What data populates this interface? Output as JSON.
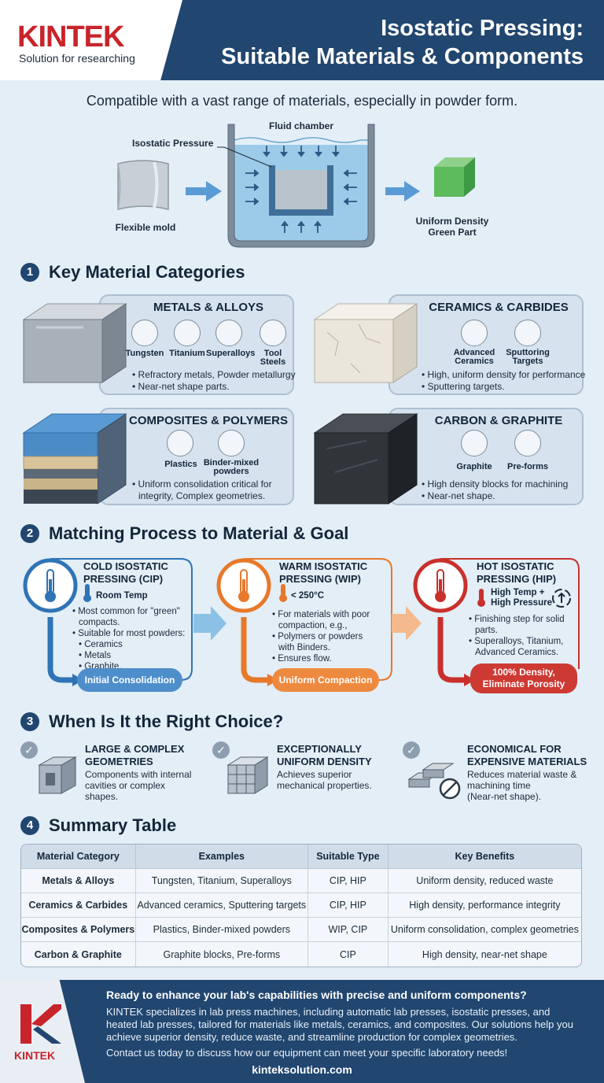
{
  "header": {
    "logo": "KINTEK",
    "logo_tagline": "Solution for researching",
    "title_line1": "Isostatic Pressing:",
    "title_line2": "Suitable Materials & Components"
  },
  "intro": "Compatible with a vast range of materials, especially in powder form.",
  "diagram": {
    "fluid_chamber": "Fluid chamber",
    "isostatic_pressure": "Isostatic Pressure",
    "flexible_mold": "Flexible mold",
    "green_part_line1": "Uniform Density",
    "green_part_line2": "Green Part"
  },
  "section1": {
    "number": "1",
    "title": "Key Material Categories",
    "metals": {
      "title": "METALS & ALLOYS",
      "icons": [
        "Tungsten",
        "Titanium",
        "Superalloys",
        "Tool"
      ],
      "icon4_line2": "Steels",
      "bullets": [
        "• Refractory metals, Powder metallurgy",
        "• Near-net shape parts."
      ]
    },
    "ceramics": {
      "title": "CERAMICS & CARBIDES",
      "icon1_line1": "Advanced",
      "icon1_line2": "Ceramics",
      "icon2_line1": "Sputtoring",
      "icon2_line2": "Targets",
      "bullets": [
        "• High, uniform density for performance",
        "• Sputtering targets."
      ]
    },
    "composites": {
      "title": "COMPOSITES & POLYMERS",
      "icon1": "Plastics",
      "icon2_line1": "Binder-mixed",
      "icon2_line2": "powders",
      "bullets": [
        "• Uniform consolidation critical for",
        "integrity, Complex geometries."
      ]
    },
    "carbon": {
      "title": "CARBON & GRAPHITE",
      "icon1": "Graphite",
      "icon2": "Pre-forms",
      "bullets": [
        "• High density blocks for machining",
        "• Near-net shape."
      ]
    }
  },
  "section2": {
    "number": "2",
    "title": "Matching Process to Material & Goal",
    "cip": {
      "title1": "COLD ISOSTATIC",
      "title2": "PRESSING (CIP)",
      "temp": "Room Temp",
      "lines": [
        "• Most common for \"green\"",
        "compacts.",
        "• Suitable for most powders:",
        "• Ceramics",
        "• Metals",
        "• Graphite."
      ],
      "pill": "Initial Consolidation",
      "color": "#2f74b5"
    },
    "wip": {
      "title1": "WARM ISOSTATIC",
      "title2": "PRESSING (WIP)",
      "temp": "< 250°C",
      "lines": [
        "• For materials with poor",
        "compaction, e.g.,",
        "• Polymers or powders",
        "with Binders.",
        "• Ensures flow."
      ],
      "pill": "Uniform Compaction",
      "color": "#e8782a"
    },
    "hip": {
      "title1": "HOT ISOSTATIC",
      "title2": "PRESSING (HIP)",
      "temp1": "High Temp +",
      "temp2": "High Pressure",
      "lines": [
        "• Finishing step for solid",
        "parts.",
        "• Superalloys, Titanium,",
        "Advanced Ceramics."
      ],
      "pill1": "100% Density,",
      "pill2": "Eliminate Porosity",
      "color": "#c9302c"
    }
  },
  "section3": {
    "number": "3",
    "title": "When Is It the Right Choice?",
    "c1": {
      "t1": "LARGE & COMPLEX",
      "t2": "GEOMETRIES",
      "l1": "Components with internal",
      "l2": "cavities or complex",
      "l3": "shapes."
    },
    "c2": {
      "t1": "EXCEPTIONALLY",
      "t2": "UNIFORM DENSITY",
      "l1": "Achieves superior",
      "l2": "mechanical properties."
    },
    "c3": {
      "t1": "ECONOMICAL FOR",
      "t2": "EXPENSIVE MATERIALS",
      "l1": "Reduces material waste &",
      "l2": "machining time",
      "l3": "(Near-net shape)."
    }
  },
  "section4": {
    "number": "4",
    "title": "Summary Table",
    "headers": [
      "Material Category",
      "Examples",
      "Suitable Type",
      "Key Benefits"
    ],
    "rows": [
      [
        "Metals & Alloys",
        "Tungsten, Titanium, Superalloys",
        "CIP, HIP",
        "Uniform density, reduced waste"
      ],
      [
        "Ceramics & Carbides",
        "Advanced ceramics, Sputtering targets",
        "CIP, HIP",
        "High density, performance integrity"
      ],
      [
        "Composites & Polymers",
        "Plastics, Binder-mixed powders",
        "WIP, CIP",
        "Uniform consolidation, complex geometries"
      ],
      [
        "Carbon & Graphite",
        "Graphite blocks, Pre-forms",
        "CIP",
        "High density, near-net shape"
      ]
    ]
  },
  "footer": {
    "logo": "KINTEK",
    "headline": "Ready to enhance your lab's capabilities with precise and uniform components?",
    "body": "KINTEK specializes in lab press machines, including automatic lab presses, isostatic presses, and heated lab presses, tailored for materials like metals, ceramics, and composites. Our solutions help you achieve superior density, reduce waste, and streamline production for complex geometries.",
    "cta": "Contact us today to discuss how our equipment can meet your specific laboratory needs!",
    "url": "kinteksolution.com"
  }
}
